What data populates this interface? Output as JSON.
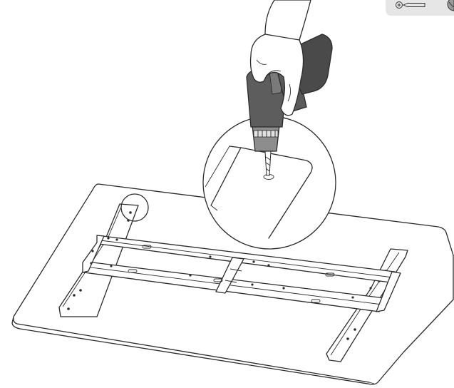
{
  "illustration": {
    "step": "attach-frame-to-desktop",
    "tool": "cordless-drill",
    "fastener": "screw",
    "callout": "magnified-screw-hole"
  },
  "corner_badge": {
    "icons": [
      "phillips-screwdriver-icon",
      "screw-head-icon"
    ],
    "background_color": "#e6e6e6"
  },
  "colors": {
    "line": "#2b2b2b",
    "drill_body": "#5d5d5d",
    "drill_battery": "#4a4a4a",
    "background": "#ffffff"
  }
}
